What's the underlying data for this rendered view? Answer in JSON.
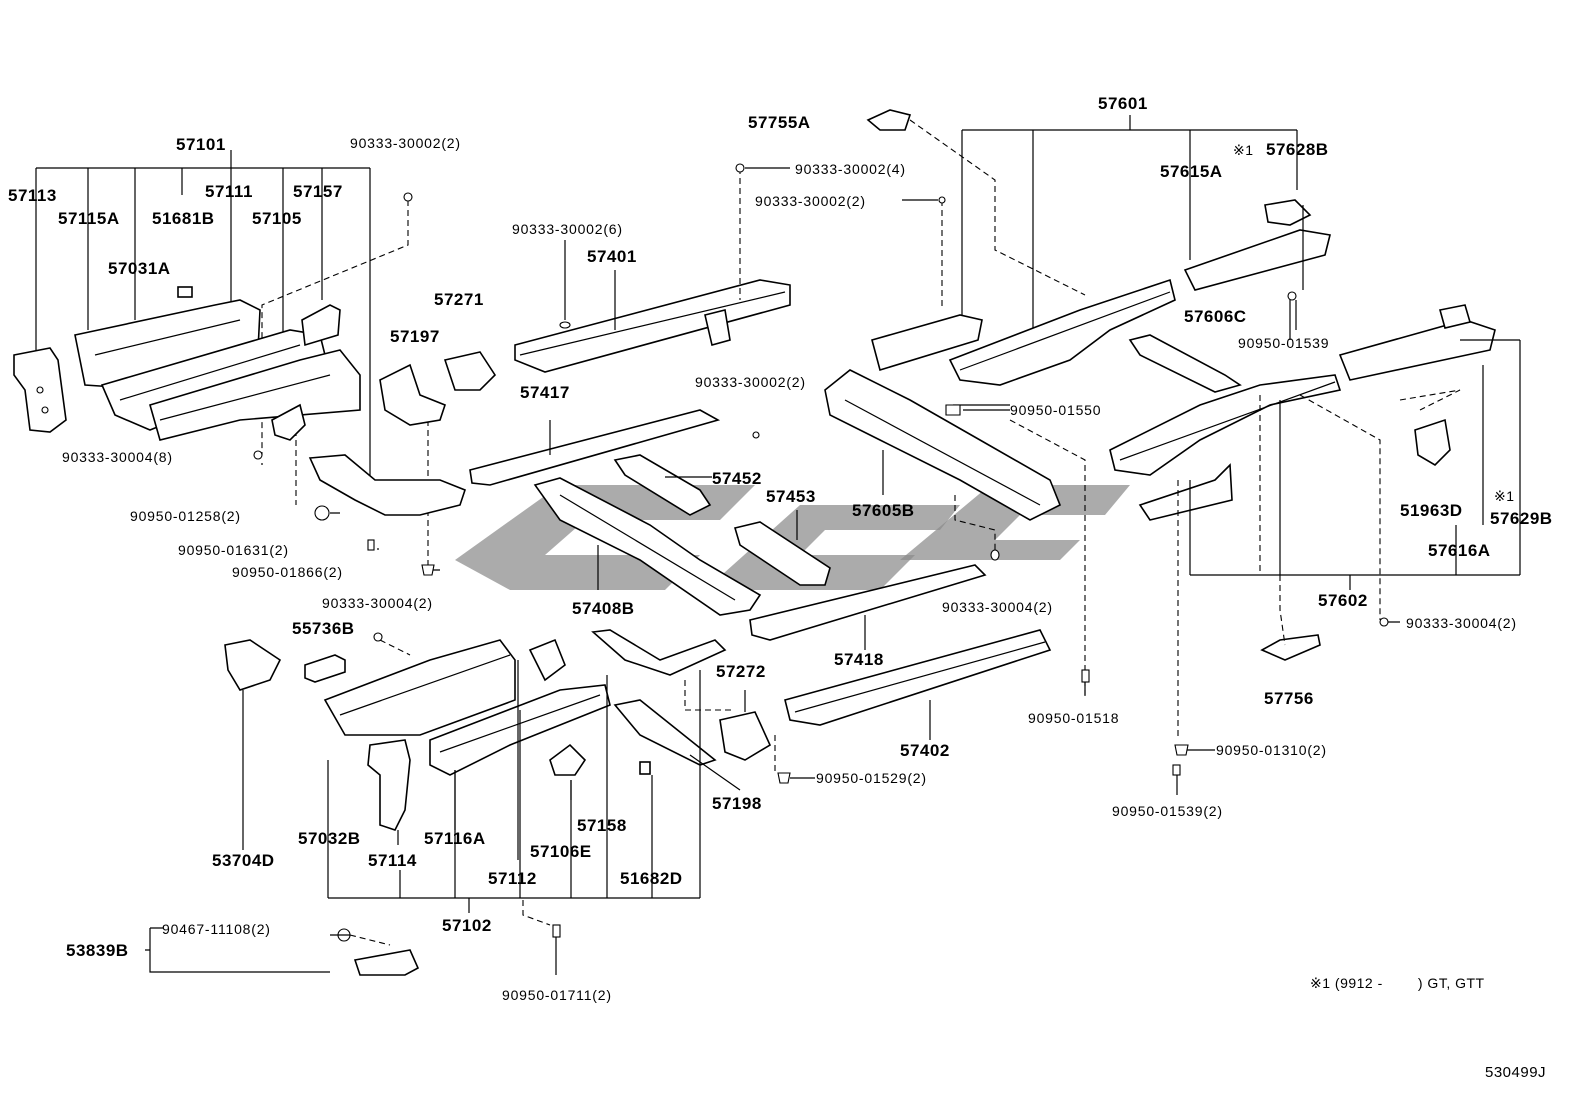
{
  "labels": {
    "l57101": "57101",
    "l57113": "57113",
    "l57115A": "57115A",
    "l51681B": "51681B",
    "l57111": "57111",
    "l57157": "57157",
    "l57105": "57105",
    "l57031A": "57031A",
    "l90333_30002_2a": "90333-30002(2)",
    "l90333_30004_8": "90333-30004(8)",
    "l90950_01258": "90950-01258(2)",
    "l90950_01631": "90950-01631(2)",
    "l90950_01866": "90950-01866(2)",
    "l57271": "57271",
    "l57197": "57197",
    "l90333_30002_6": "90333-30002(6)",
    "l57401": "57401",
    "l57417": "57417",
    "l57452": "57452",
    "l57453": "57453",
    "l57408B": "57408B",
    "l90333_30002_4": "90333-30002(4)",
    "l90333_30002_2b": "90333-30002(2)",
    "l57755A": "57755A",
    "l57601": "57601",
    "l57615A": "57615A",
    "l57628B": "57628B",
    "l90333_30002_2c": "90333-30002(2)",
    "l90950_01550": "90950-01550",
    "l57605B": "57605B",
    "l57606C": "57606C",
    "l90950_01539a": "90950-01539",
    "l51963D": "51963D",
    "l57629B": "57629B",
    "l57616A": "57616A",
    "l57602": "57602",
    "l90333_30004_2b": "90333-30004(2)",
    "l90333_30004_2c": "90333-30004(2)",
    "l57756": "57756",
    "l90950_01518": "90950-01518",
    "l90950_01310": "90950-01310(2)",
    "l90950_01539b": "90950-01539(2)",
    "l57418": "57418",
    "l57402": "57402",
    "l57272": "57272",
    "l90950_01529": "90950-01529(2)",
    "l57198": "57198",
    "l90333_30004_2a": "90333-30004(2)",
    "l55736B": "55736B",
    "l53704D": "53704D",
    "l57032B": "57032B",
    "l57114": "57114",
    "l57116A": "57116A",
    "l57112": "57112",
    "l57106E": "57106E",
    "l57158": "57158",
    "l51682D": "51682D",
    "l57102": "57102",
    "l53839B": "53839B",
    "l90467_11108": "90467-11108(2)",
    "l90950_01711": "90950-01711(2)",
    "mark1": "※1",
    "mark2": "※1"
  },
  "footnote": "※1 (9912 -        ) GT, GTT",
  "diagram_code": "530499J"
}
